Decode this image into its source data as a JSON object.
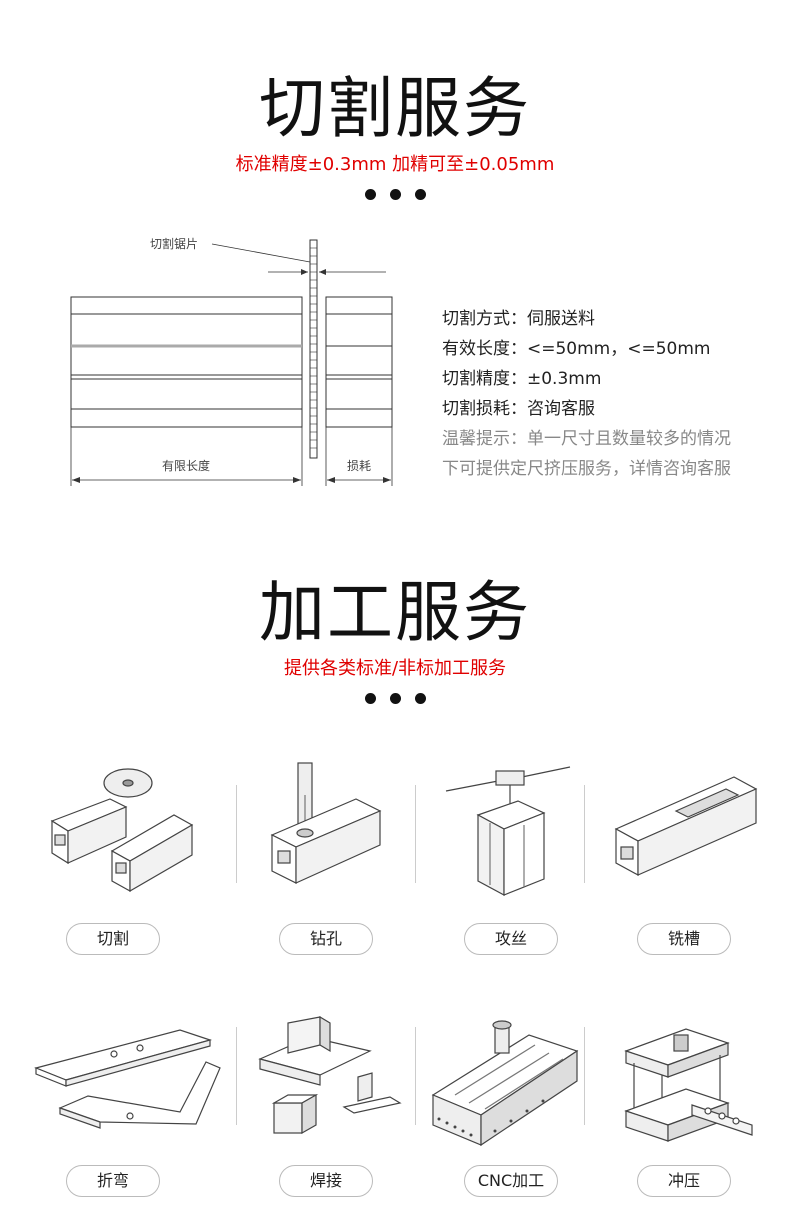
{
  "cutting": {
    "title": "切割服务",
    "subtitle": "标准精度±0.3mm  加精可至±0.05mm",
    "diagram": {
      "saw_label": "切割锯片",
      "length_label": "有限长度",
      "loss_label": "损耗"
    },
    "specs": [
      "切割方式：伺服送料",
      "有效长度：<=50mm，<=50mm",
      "切割精度：±0.3mm",
      "切割损耗：咨询客服"
    ],
    "tips": [
      "温馨提示：单一尺寸且数量较多的情况",
      "下可提供定尺挤压服务，详情咨询客服"
    ]
  },
  "processing": {
    "title": "加工服务",
    "subtitle": "提供各类标准/非标加工服务",
    "services": [
      {
        "label": "切割",
        "icon": "saw-cutting-icon"
      },
      {
        "label": "钻孔",
        "icon": "drilling-icon"
      },
      {
        "label": "攻丝",
        "icon": "tapping-icon"
      },
      {
        "label": "铣槽",
        "icon": "milling-icon"
      },
      {
        "label": "折弯",
        "icon": "bending-icon"
      },
      {
        "label": "焊接",
        "icon": "welding-icon"
      },
      {
        "label": "CNC加工",
        "icon": "cnc-machining-icon"
      },
      {
        "label": "冲压",
        "icon": "stamping-icon"
      }
    ]
  }
}
